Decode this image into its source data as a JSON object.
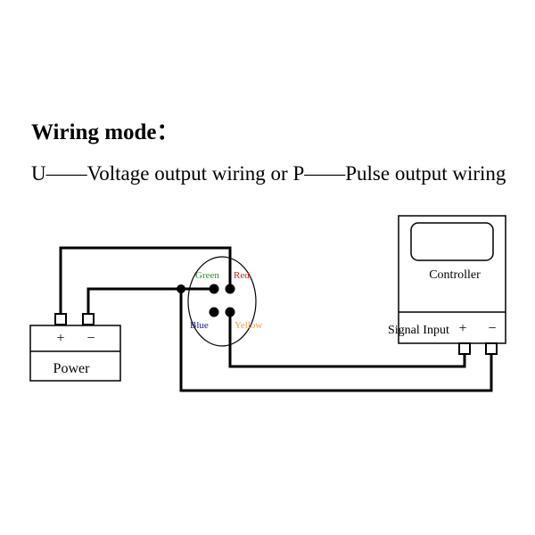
{
  "heading": "Wiring mode：",
  "description": "U——Voltage  output  wiring  or P——Pulse output wiring",
  "power": {
    "label": "Power",
    "plus": "+",
    "minus": "−"
  },
  "connector": {
    "green": "Green",
    "red": "Red",
    "blue": "Blue",
    "yellow": "Yellow"
  },
  "controller": {
    "label": "Controller",
    "signal_label": "Signal Input",
    "plus": "+",
    "minus": "−"
  },
  "colors": {
    "green": "#2e8b2e",
    "red": "#cc1f1f",
    "blue": "#1a1a8c",
    "yellow": "#e6a23c",
    "wire": "#000000"
  }
}
